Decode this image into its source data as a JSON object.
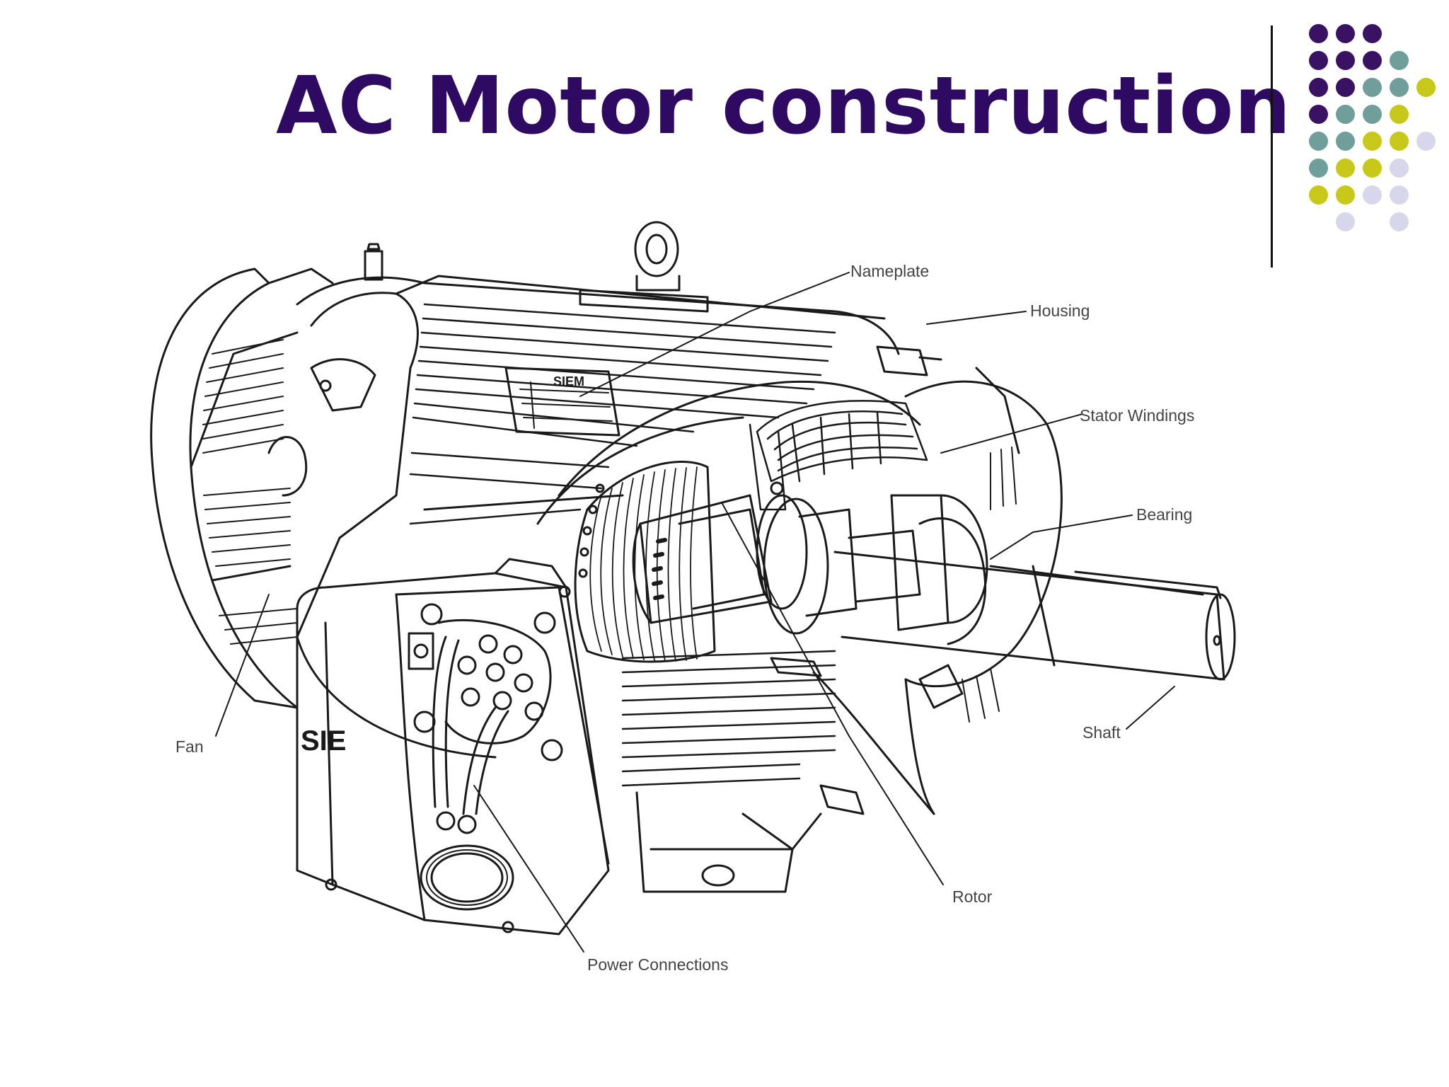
{
  "slide": {
    "title": "AC Motor construction"
  },
  "decoration": {
    "dot_colors": {
      "purple": "#3a1263",
      "teal": "#6f9e9b",
      "olive": "#c8c81a",
      "lavender": "#d8d6ea"
    },
    "dot_rows": [
      [
        "purple",
        "purple",
        "purple"
      ],
      [
        "purple",
        "purple",
        "purple",
        "teal"
      ],
      [
        "purple",
        "purple",
        "teal",
        "teal",
        "olive"
      ],
      [
        "purple",
        "teal",
        "teal",
        "olive"
      ],
      [
        "teal",
        "teal",
        "olive",
        "olive",
        "lavender"
      ],
      [
        "teal",
        "olive",
        "olive",
        "lavender"
      ],
      [
        "olive",
        "olive",
        "lavender",
        "lavender"
      ],
      [
        "lavender",
        "lavender"
      ]
    ]
  },
  "diagram": {
    "brand_nameplate": "SIEM",
    "brand_box": "SIE",
    "labels": {
      "nameplate": "Nameplate",
      "housing": "Housing",
      "stator_windings": "Stator Windings",
      "bearing": "Bearing",
      "shaft": "Shaft",
      "fan": "Fan",
      "rotor": "Rotor",
      "power_connections": "Power Connections"
    }
  }
}
